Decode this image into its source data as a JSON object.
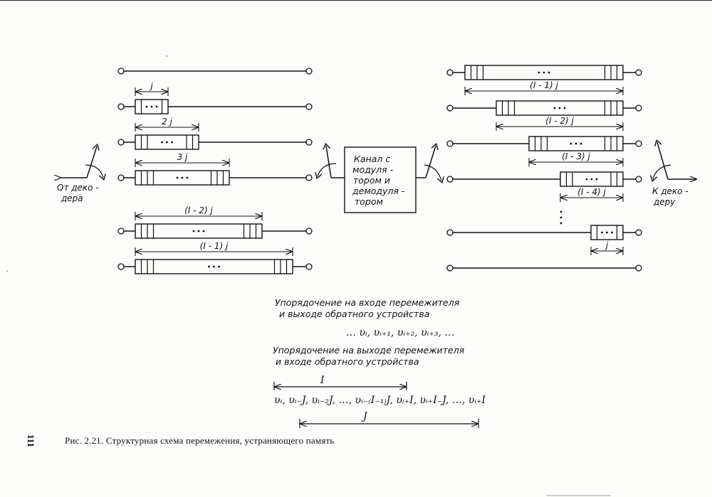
{
  "figure": {
    "page_number": "111",
    "caption": "Рис. 2.21. Структурная схема перемежения, устраняющего память",
    "left_side": {
      "label_line1": "От деко -",
      "label_line2": "дера",
      "rows": [
        {
          "length_label": "",
          "cells": 0
        },
        {
          "length_label": "j",
          "cells": 1
        },
        {
          "length_label": "2 j",
          "cells": 2
        },
        {
          "length_label": "3 j",
          "cells": 3
        },
        {
          "length_label": "(I - 2) j",
          "cells": 3
        },
        {
          "length_label": "(I - 1) j",
          "cells": 3
        }
      ]
    },
    "channel_box": {
      "lines": [
        "Канал с",
        "модуля -",
        "тором и",
        "демодуля -",
        "тором"
      ]
    },
    "right_side": {
      "label_line1": "К деко -",
      "label_line2": "деру",
      "rows": [
        {
          "length_label": "(I - 1) j",
          "cells": 3
        },
        {
          "length_label": "(I - 2) j",
          "cells": 3
        },
        {
          "length_label": "(I - 3) j",
          "cells": 3
        },
        {
          "length_label": "(I - 4) j",
          "cells": 2
        },
        {
          "length_label": "j",
          "cells": 1
        },
        {
          "length_label": "",
          "cells": 0
        }
      ]
    },
    "ellipsis": "• • •",
    "ordering_input": {
      "line1": "Упорядочение на входе перемежителя",
      "line2": "и выходе обратного устройства",
      "sequence": "… υᵢ, υᵢ₊₁, υᵢ₊₂, υᵢ₊₃, …"
    },
    "ordering_output": {
      "line1": "Упорядочение на выходе перемежителя",
      "line2": "и входе обратного устройства",
      "span_top_label": "I",
      "sequence": "υᵢ, υᵢ₋J, υᵢ₋₂J, …, υᵢ₋₍I₋₁₎J, υᵢ₊I, υᵢ₊I₋J, …, υᵢ₊I",
      "span_bottom_label": "J"
    }
  }
}
